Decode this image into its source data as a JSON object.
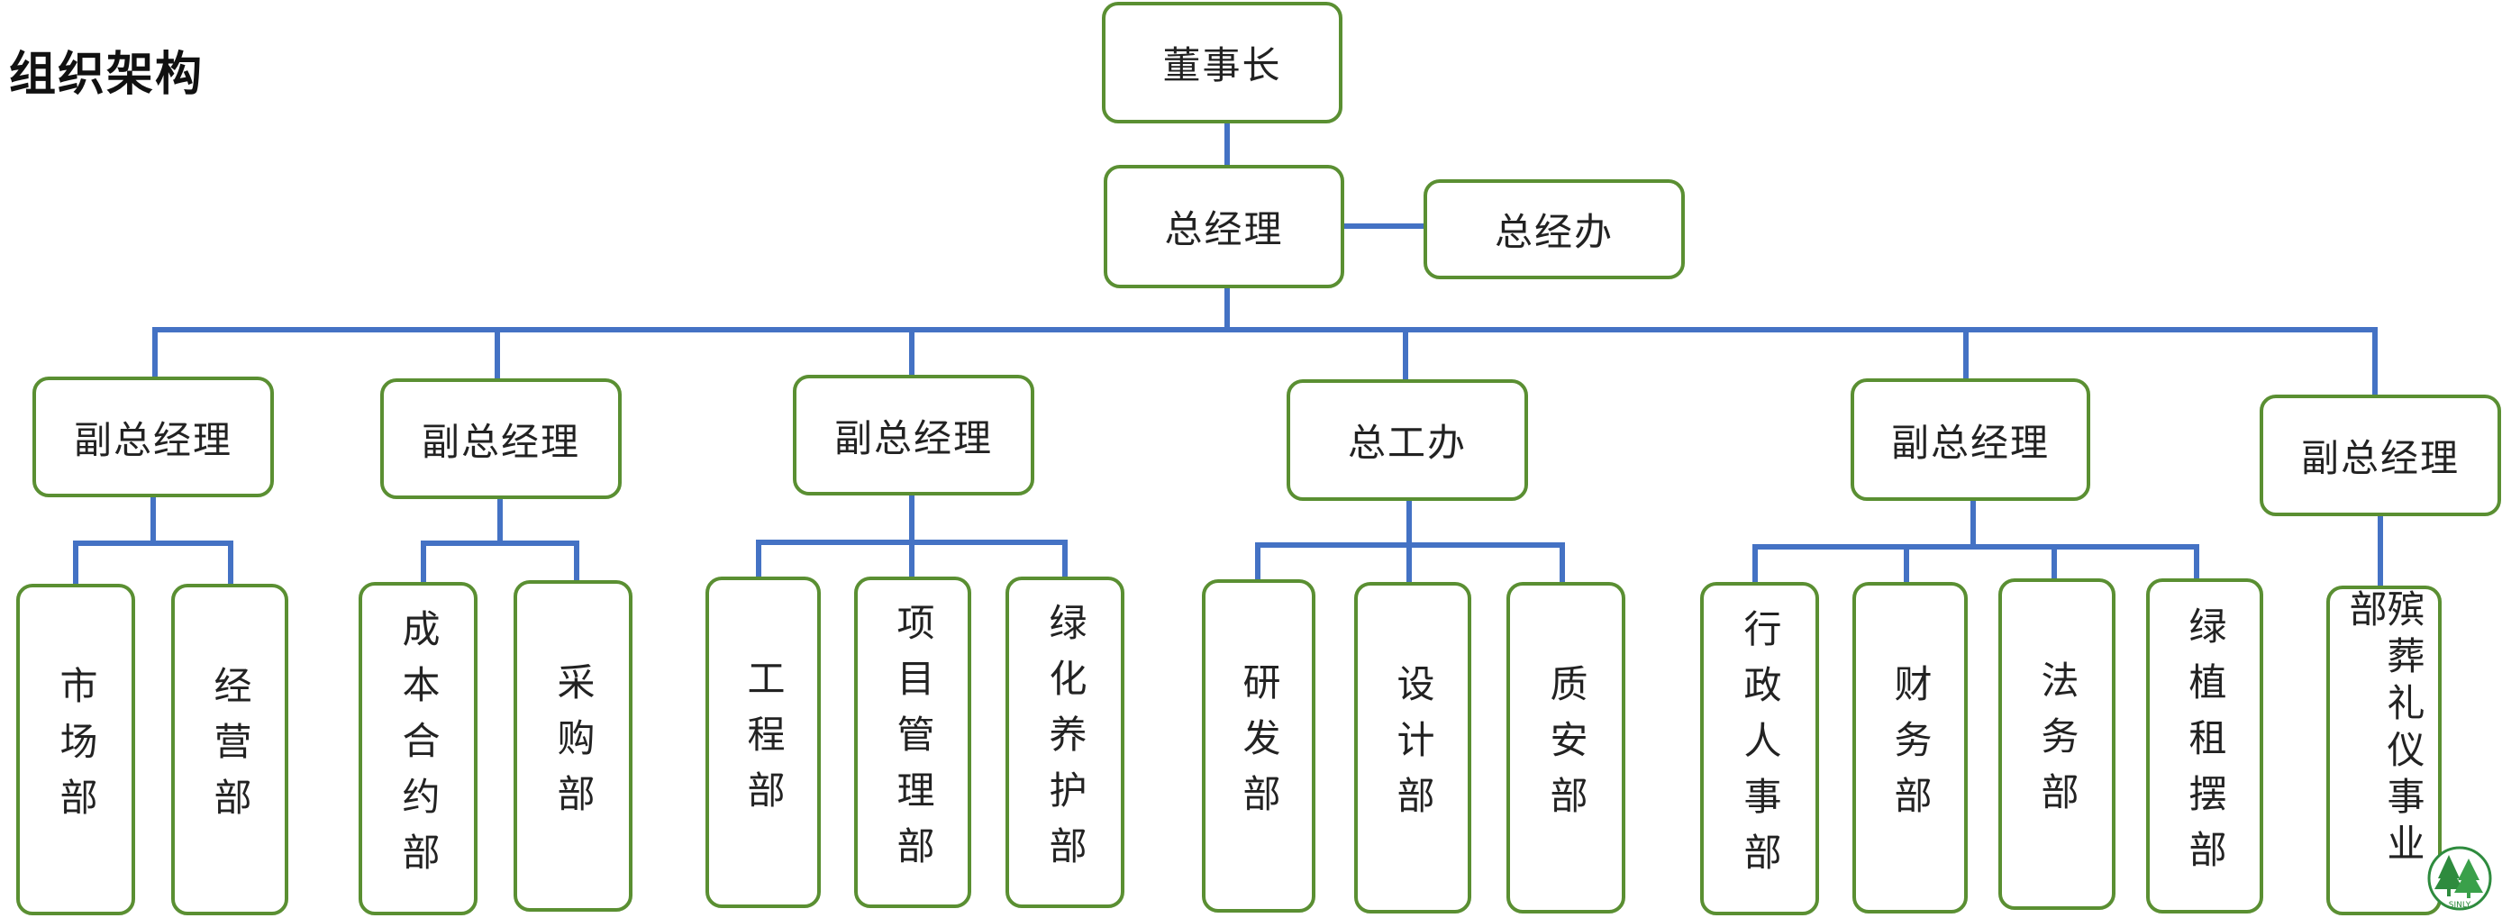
{
  "title": "组织架构",
  "colors": {
    "border": "#5a8f32",
    "connector": "#4472c4",
    "text": "#222222"
  },
  "nodes": {
    "chairman": "董事长",
    "gm": "总经理",
    "gm_office": "总经办",
    "vp1": "副总经理",
    "vp2": "副总经理",
    "vp3": "副总经理",
    "chief_engineer_office": "总工办",
    "vp4": "副总经理",
    "vp5": "副总经理",
    "d_market": "市场部",
    "d_operations": "经营部",
    "d_cost_contract": "成本合约部",
    "d_procurement": "采购部",
    "d_engineering": "工程部",
    "d_project_mgmt": "项目管理部",
    "d_greening": "绿化养护部",
    "d_rnd": "研发部",
    "d_design": "设计部",
    "d_quality_safety": "质安部",
    "d_admin_hr": "行政人事部",
    "d_finance": "财务部",
    "d_legal": "法务部",
    "d_plant_rental": "绿植租摆部",
    "d_funeral": "殡葬礼仪事业部"
  },
  "logo": {
    "icon": "tree-logo-icon",
    "text": "SINLY"
  }
}
